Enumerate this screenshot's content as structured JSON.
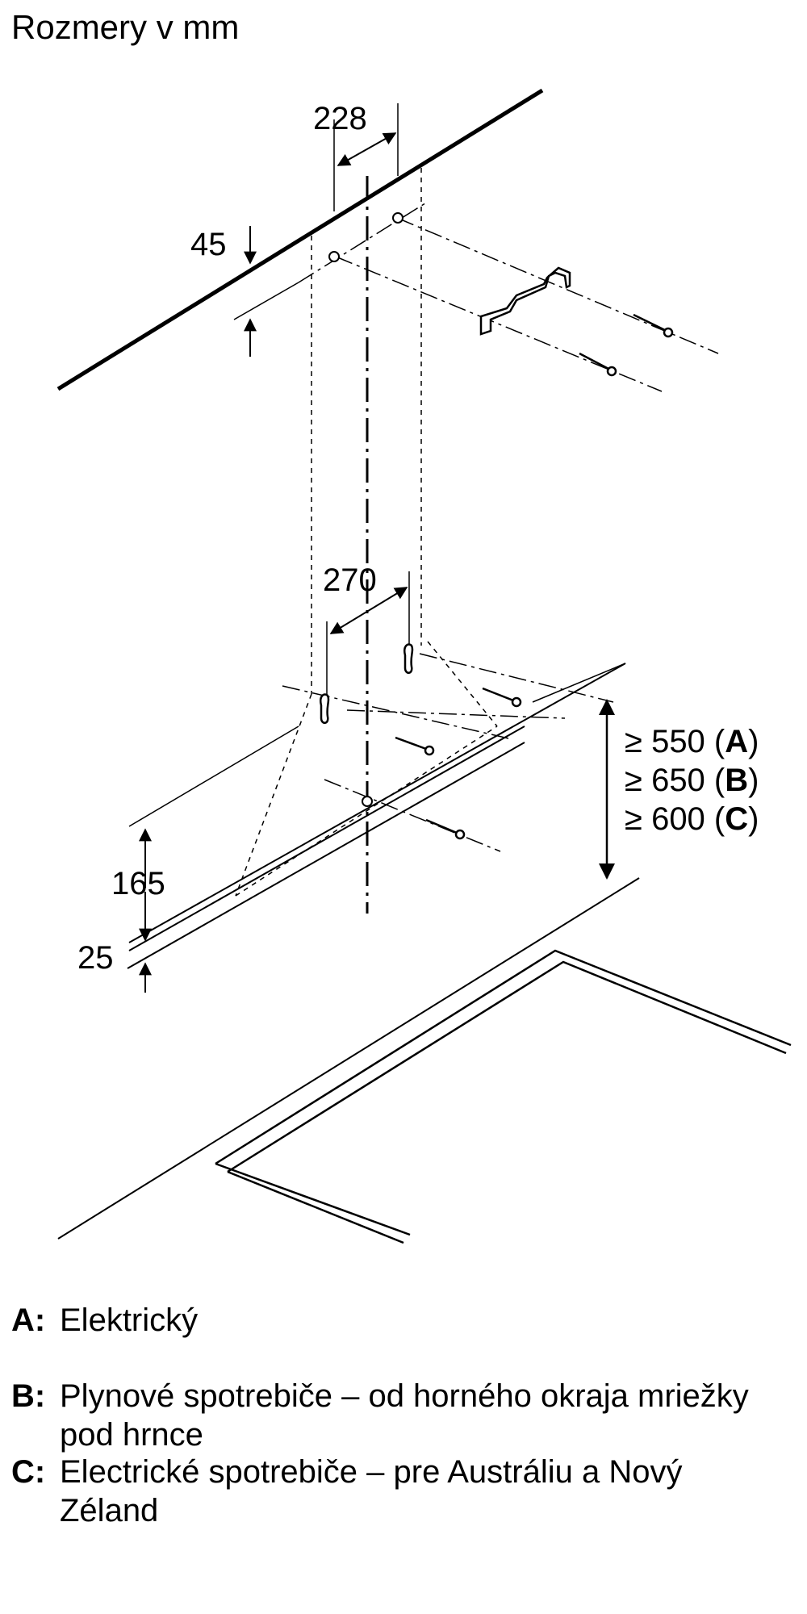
{
  "heading": "Rozmery v mm",
  "dimensions": {
    "top_bracket_spacing": "228",
    "ceiling_offset": "45",
    "bottom_spacing": "270",
    "depth_upper": "165",
    "depth_lower": "25"
  },
  "clearances": [
    {
      "prefix": "≥ 550 (",
      "letter": "A",
      "suffix": ")"
    },
    {
      "prefix": "≥ 650 (",
      "letter": "B",
      "suffix": ")"
    },
    {
      "prefix": "≥ 600 (",
      "letter": "C",
      "suffix": ")"
    }
  ],
  "legend": {
    "a": {
      "key": "A:",
      "text": "Elektrický"
    },
    "b": {
      "key": "B:",
      "text": "Plynové spotrebiče – od horného okraja mriežky pod hrnce"
    },
    "c": {
      "key": "C:",
      "text": "Electrické spotrebiče – pre Austráliu a Nový Zéland"
    }
  }
}
